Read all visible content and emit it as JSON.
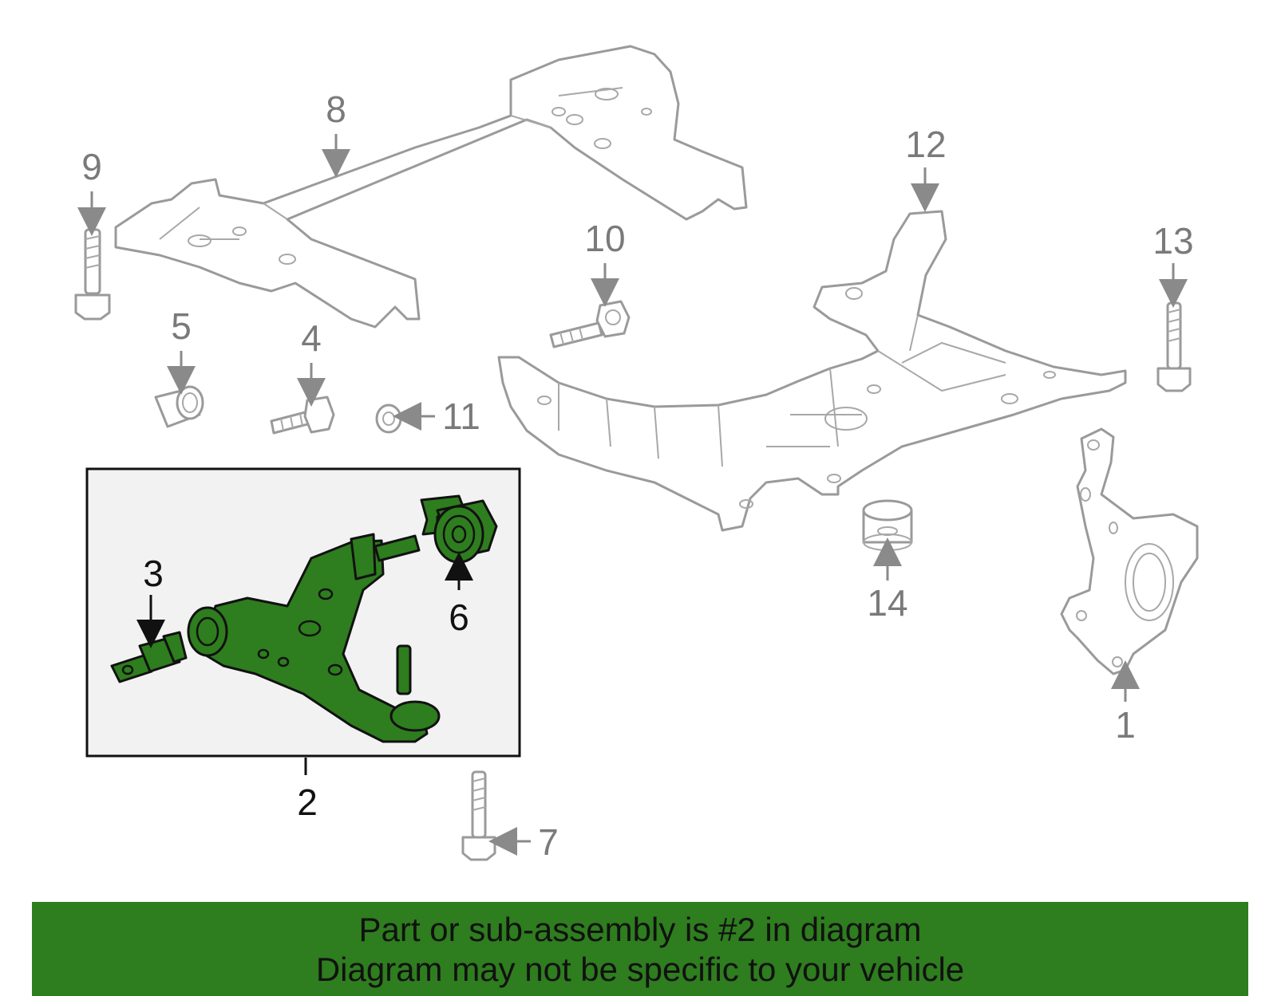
{
  "callouts": {
    "c1": "1",
    "c2": "2",
    "c3": "3",
    "c4": "4",
    "c5": "5",
    "c6": "6",
    "c7": "7",
    "c8": "8",
    "c9": "9",
    "c10": "10",
    "c11": "11",
    "c12": "12",
    "c13": "13",
    "c14": "14"
  },
  "banner": {
    "line1": "Part or sub-assembly is #2 in diagram",
    "line2": "Diagram may not be specific to your vehicle"
  },
  "colors": {
    "highlight": "#2e7d1e",
    "outline_gray": "#9a9a9a",
    "label_gray": "#7a7a7a"
  }
}
